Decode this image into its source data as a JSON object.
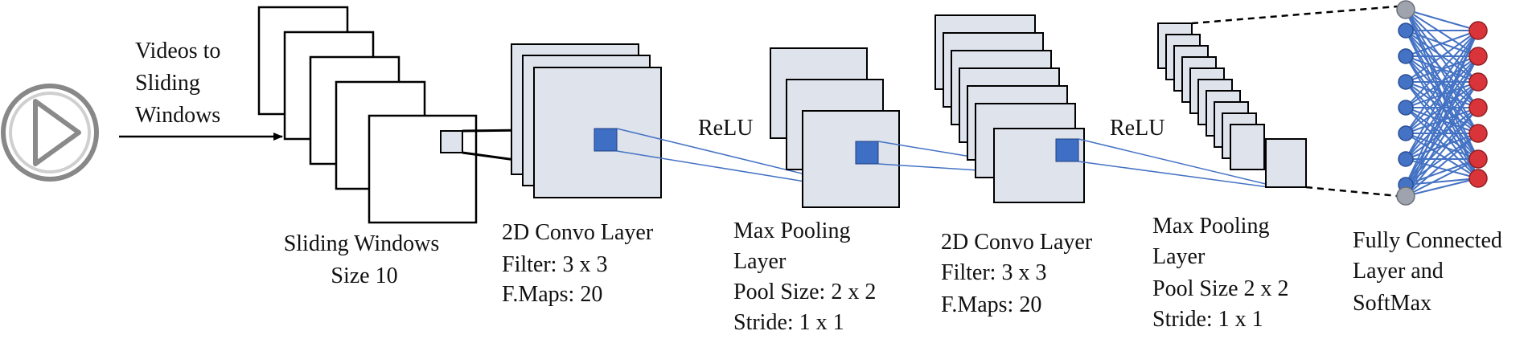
{
  "colors": {
    "feature_map_fill": "#dfe3ec",
    "filter_fill": "#3e6fc4",
    "connection_line": "#4472c4",
    "node_gray": "#9ea3ad",
    "node_red": "#d9343a",
    "frame_stroke": "#000000"
  },
  "icons": {
    "video": "play-circle-icon"
  },
  "input": {
    "label_lines": [
      "Videos to",
      "Sliding",
      "Windows"
    ]
  },
  "sliding_windows": {
    "caption_lines": [
      "Sliding Windows",
      "Size 10"
    ]
  },
  "conv1": {
    "caption_lines": [
      "2D Convo Layer",
      "Filter: 3 x 3",
      "F.Maps: 20"
    ]
  },
  "relu1": {
    "label": "ReLU"
  },
  "pool1": {
    "caption_lines": [
      "Max Pooling",
      "Layer",
      "Pool Size: 2 x 2",
      "Stride: 1 x 1"
    ]
  },
  "conv2": {
    "caption_lines": [
      "2D Convo Layer",
      "Filter: 3 x 3",
      "F.Maps: 20"
    ]
  },
  "relu2": {
    "label": "ReLU"
  },
  "pool2": {
    "caption_lines": [
      "Max Pooling",
      "Layer",
      "Pool Size 2 x 2",
      "Stride: 1 x 1"
    ]
  },
  "fc": {
    "caption_lines": [
      "Fully Connected",
      "Layer and",
      "SoftMax"
    ]
  }
}
